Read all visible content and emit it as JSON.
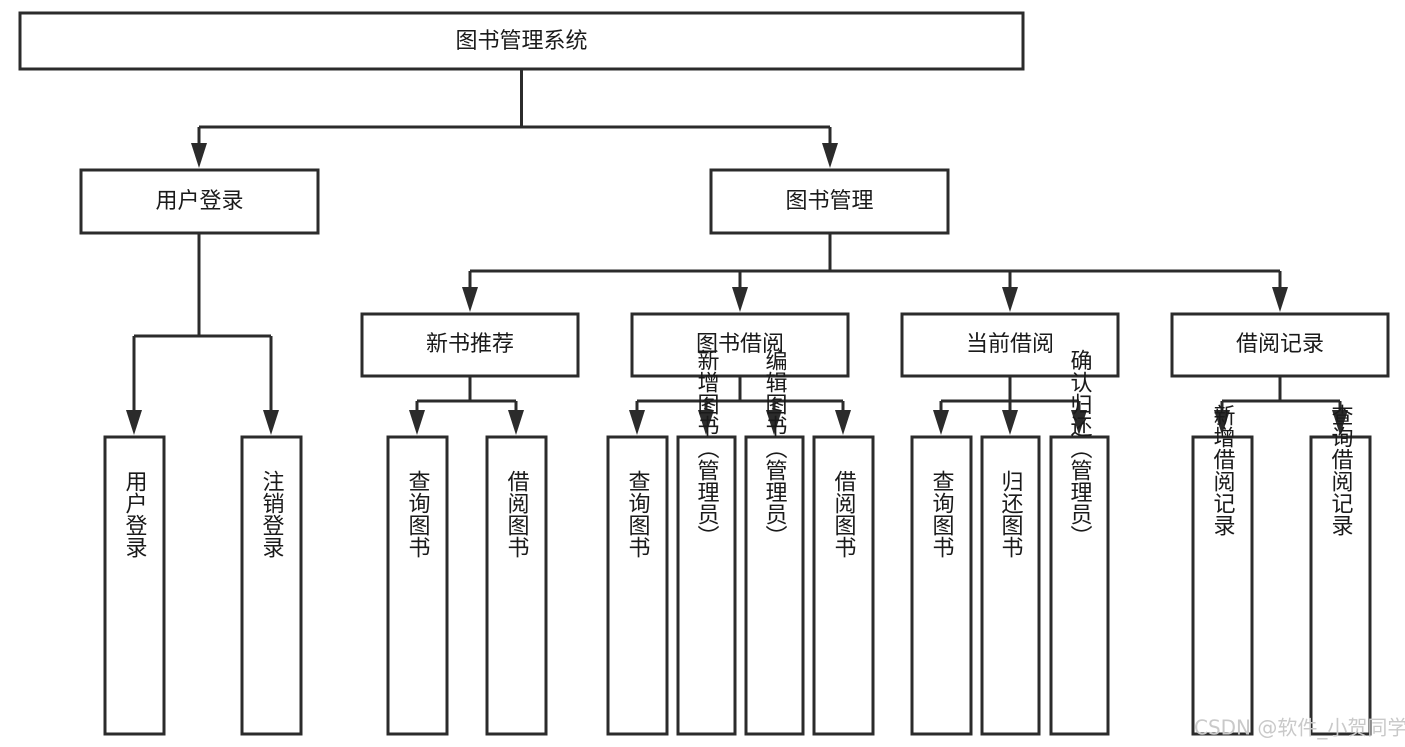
{
  "diagram": {
    "title": "图书管理系统",
    "type": "tree-hierarchy-chart",
    "orientation": "top-down",
    "colors": {
      "box_border": "#2b2b2b",
      "box_fill": "#ffffff",
      "connector": "#2b2b2b",
      "label": "#1a1a1a",
      "watermark": "#c9c9c9",
      "background": "#ffffff"
    },
    "root": {
      "label": "图书管理系统"
    },
    "level2": [
      {
        "label": "用户登录"
      },
      {
        "label": "图书管理"
      }
    ],
    "level3": [
      {
        "label": "新书推荐"
      },
      {
        "label": "图书借阅"
      },
      {
        "label": "当前借阅"
      },
      {
        "label": "借阅记录"
      }
    ],
    "leaves": {
      "user_login": [
        {
          "label": "用户登录"
        },
        {
          "label": "注销登录"
        }
      ],
      "new_book_recommend": [
        {
          "label": "查询图书"
        },
        {
          "label": "借阅图书"
        }
      ],
      "book_borrow": [
        {
          "label": "查询图书"
        },
        {
          "label": "新增图书（管理员）"
        },
        {
          "label": "编辑图书（管理员）"
        },
        {
          "label": "借阅图书"
        }
      ],
      "current_borrow": [
        {
          "label": "查询图书"
        },
        {
          "label": "归还图书"
        },
        {
          "label": "确认归还（管理员）"
        }
      ],
      "borrow_record": [
        {
          "label": "新增借阅记录"
        },
        {
          "label": "查询借阅记录"
        }
      ]
    }
  },
  "watermark": {
    "text": "CSDN @软件_小贺同学"
  }
}
